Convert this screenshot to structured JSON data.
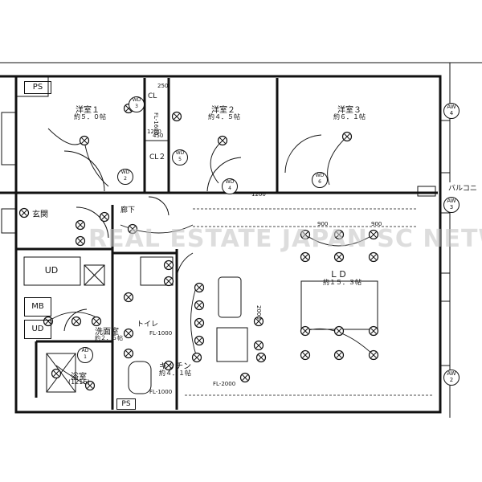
{
  "rooms": {
    "western1": {
      "name": "洋室１",
      "size": "約５．０帖"
    },
    "western2": {
      "name": "洋室２",
      "size": "約４．５帖"
    },
    "western3": {
      "name": "洋室３",
      "size": "約６．１帖"
    },
    "ld": {
      "name": "ＬＤ",
      "size": "約１５．３帖"
    },
    "kitchen": {
      "name": "キッチン",
      "size": "約４．１帖"
    },
    "washroom": {
      "name": "洗面室",
      "size": "約２．５帖"
    },
    "bath": {
      "name": "浴室",
      "size": "(1216)"
    },
    "entrance": {
      "name": "玄関"
    },
    "hall": {
      "name": "廊下"
    },
    "toilet": {
      "name": "トイレ"
    },
    "balcony": {
      "name": "バルコニー"
    }
  },
  "equipment": {
    "ps_top": "PS",
    "ps_bottom": "PS",
    "ud1": "UD",
    "ud2": "UD",
    "mb": "MB",
    "cl1": "CL",
    "cl2": "CL２",
    "aw": [
      "AW\n4",
      "AW\n3",
      "AW\n2"
    ],
    "wd": [
      "WD\n3",
      "WD\n4",
      "WD\n5",
      "WD\n6",
      "WD\n2"
    ],
    "ad": "AD\n1"
  },
  "dims": {
    "fl_cl": "FL-1600",
    "fl_kitchen1": "FL-1000",
    "fl_kitchen2": "FL-1000",
    "fl_kitchen3": "FL-2000",
    "w900a": "900",
    "w900b": "900",
    "d250": "250",
    "d450": "450",
    "d1200": "1200",
    "d1200b": "1200",
    "d2000": "2000"
  },
  "watermark": "REAL ESTATE JAPAN SC NETWORK"
}
